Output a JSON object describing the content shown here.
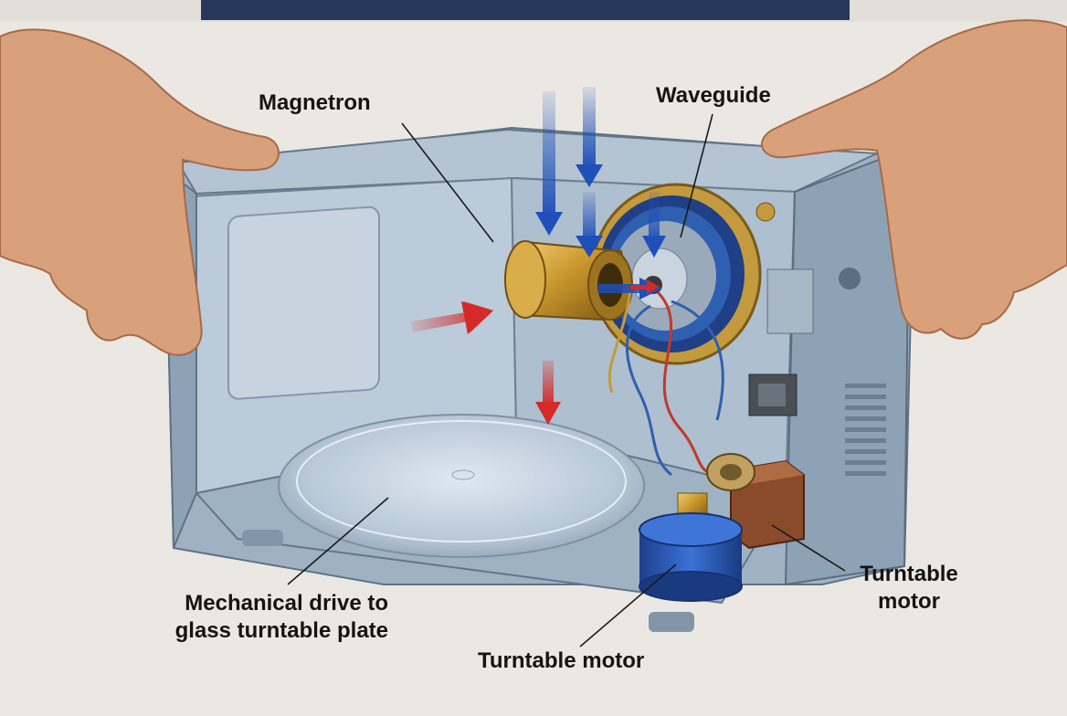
{
  "labels": {
    "magnetron": "Magnetron",
    "waveguide": "Waveguide",
    "drive_line1": "Mechanical drive to",
    "drive_line2": "glass turntable plate",
    "motor_bottom": "Turntable motor",
    "motor_right_line1": "Turntable",
    "motor_right_line2": "motor"
  },
  "colors": {
    "background": "#ebe8e3",
    "housing": "#a7b8c8",
    "housing_inner": "#c2cfdb",
    "housing_dark": "#7b8da0",
    "magnetron": "#c8962b",
    "waveguide_ring": "#2f5fb0",
    "motor": "#2d5fc4",
    "blue_arrow": "#1f4fb8",
    "red_arrow": "#d42a2a",
    "skin": "#d9a07c",
    "leader_line": "#1a1a1a"
  },
  "icons": [
    "blue-arrow-icon",
    "red-arrow-icon"
  ]
}
